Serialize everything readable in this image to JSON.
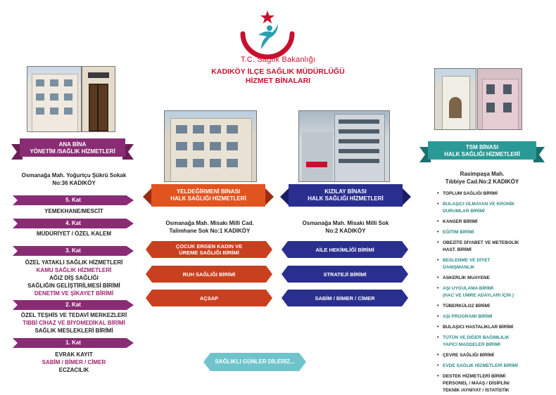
{
  "header": {
    "ministry": "T.C. Sağlık Bakanlığı",
    "title_line1": "KADIKÖY İLÇE SAĞLIK MÜDÜRLÜĞÜ",
    "title_line2": "HİZMET BİNALARI"
  },
  "main_building": {
    "name_line1": "ANA BİNA",
    "name_line2": "YÖNETİM /SAĞLIK HİZMETLERİ",
    "address_line1": "Osmanağa Mah. Yoğurtçu Şükrü Sokak",
    "address_line2": "No:36 KADIKÖY",
    "floors": [
      {
        "label": "5. Kat",
        "items": [
          "YEMEKHANE/MESCİT"
        ]
      },
      {
        "label": "4. Kat",
        "items": [
          "MÜDÜRİYET / ÖZEL KALEM"
        ]
      },
      {
        "label": "3. Kat",
        "items": [
          "ÖZEL YATAKLI SAĞLIK HİZMETLERİ",
          "KAMU SAĞLIK HİZMETLERİ",
          "AĞIZ DİŞ SAĞLIĞI",
          "SAĞLIĞIN GELİŞTİRİLMESİ BİRİMİ",
          "DENETİM VE ŞİKAYET BİRİMİ"
        ]
      },
      {
        "label": "2. Kat",
        "items": [
          "ÖZEL TEŞHİS VE TEDAVİ MERKEZLERİ",
          "TIBBİ CİHAZ VE BİYOMEDİKAL BİRİMİ",
          "SAĞLIK MESLEKLERİ BİRİMİ"
        ]
      },
      {
        "label": "1. Kat",
        "items": [
          "EVRAK KAYIT",
          "SABİM / BİMER / CİMER",
          "ECZACILIK"
        ]
      }
    ]
  },
  "yeldegirmeni": {
    "name_line1": "YELDEĞİRMENİ BİNASI",
    "name_line2": "HALK SAĞLIĞI HİZMETLERİ",
    "address_line1": "Osmanağa Mah. Misakı Milli Cad.",
    "address_line2": "Talimhane Sok No:1 KADIKÖY",
    "units": [
      {
        "line1": "ÇOCUK ERGEN KADIN VE",
        "line2": "ÜREME SAĞLIĞI BİRİMİ"
      },
      {
        "line1": "RUH SAĞLIĞI BİRİMİ",
        "line2": ""
      },
      {
        "line1": "AÇSAP",
        "line2": ""
      }
    ]
  },
  "kizilay": {
    "name_line1": "KIZILAY BİNASI",
    "name_line2": "HALK SAĞLIĞI HİZMETLERİ",
    "address_line1": "Osmanağa Mah. Misakı Milli Sok",
    "address_line2": "No:2 KADIKÖY",
    "units": [
      "AİLE HEKİMLİĞİ BİRİMİ",
      "STRATEJİ BİRİMİ",
      "SABİM / BİMER / CİMER"
    ]
  },
  "tsm": {
    "name_line1": "TSM BİNASI",
    "name_line2": "HALK SAĞLIĞI HİZMETLERİ",
    "address_line1": "Rasimpaşa Mah.",
    "address_line2": "Tıbbiye Cad.No:2 KADIKÖY",
    "units": [
      {
        "lines": [
          "TOPLUM SAĞLIĞI BİRİMİ"
        ],
        "color": "#222222"
      },
      {
        "lines": [
          "BULAŞICI OLMAYAN VE KRONİK",
          "DURUMLAR BİRİMİ"
        ],
        "color": "#2a8a8a"
      },
      {
        "lines": [
          "KANSER BİRİMİ"
        ],
        "color": "#222222"
      },
      {
        "lines": [
          "EĞİTİM BİRİMİ"
        ],
        "color": "#2a8a8a"
      },
      {
        "lines": [
          "OBEZİTE DİYABET VE METEBOLİK",
          "HAST. BİRİMİ"
        ],
        "color": "#222222"
      },
      {
        "lines": [
          "BESLENME VE DİYET",
          "DANIŞMANLIK"
        ],
        "color": "#2a8a8a"
      },
      {
        "lines": [
          "ASKERLİK MUAYENE"
        ],
        "color": "#222222"
      },
      {
        "lines": [
          "AŞI UYGULAMA BİRİMİ",
          "(HAC VE UMRE ADAYLARI İÇİN )"
        ],
        "color": "#2a8a8a"
      },
      {
        "lines": [
          "TÜBERKÜLOZ BİRİMİ"
        ],
        "color": "#222222"
      },
      {
        "lines": [
          "AŞI PROGRAMI BİRİMİ"
        ],
        "color": "#2a8a8a"
      },
      {
        "lines": [
          "BULAŞICI HASTALIKLAR BİRİMİ"
        ],
        "color": "#222222"
      },
      {
        "lines": [
          "TÜTÜN VE DİĞER BAĞIMLILIK",
          "YAPICI MADDELER BİRİMİ"
        ],
        "color": "#2a8a8a"
      },
      {
        "lines": [
          "ÇEVRE SAĞLIĞI BİRİMİ"
        ],
        "color": "#222222"
      },
      {
        "lines": [
          "EVDE SAĞLIK HİZMETLERİ BİRİMİ"
        ],
        "color": "#2a8a8a"
      },
      {
        "lines": [
          "DESTEK HİZMETLERİ BİRİMİ",
          "PERSONEL / MAAŞ / DİSİPLİN/",
          "TEKNİK /AYNİYAT / İSTATİSTİK"
        ],
        "color": "#222222"
      }
    ]
  },
  "footer": {
    "greeting": "SAĞLIKLI GÜNLER DİLERİZ..."
  },
  "colors": {
    "red": "#c8102e",
    "purple": "#8a2c74",
    "orange_red": "#c8401f",
    "navy": "#2a2f8f",
    "teal": "#2a8a8a"
  }
}
